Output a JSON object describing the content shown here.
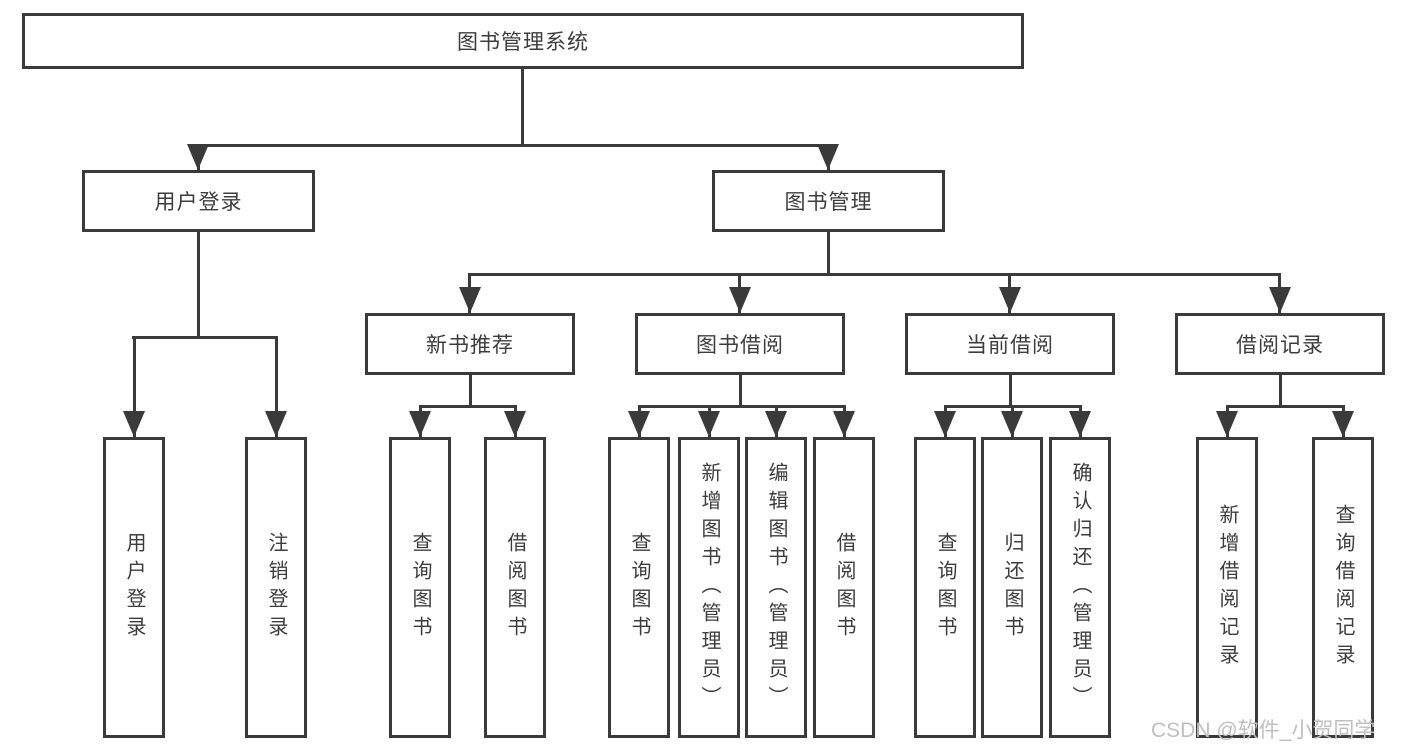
{
  "colors": {
    "line": "#3a3a3a",
    "text": "#3d3d3d",
    "background": "#ffffff",
    "watermark": "#bfbfbf"
  },
  "watermark": "CSDN @软件_小贺同学",
  "nodes": {
    "root": "图书管理系统",
    "user_login": "用户登录",
    "book_mgmt": "图书管理",
    "new_book_rec": "新书推荐",
    "book_borrow": "图书借阅",
    "current_borrow": "当前借阅",
    "borrow_records": "借阅记录",
    "leaf_user_login": "用户登录",
    "leaf_logout": "注销登录",
    "leaf_query_books_1": "查询图书",
    "leaf_borrow_books_1": "借阅图书",
    "leaf_query_books_2": "查询图书",
    "leaf_add_book": "新增图书（管理员）",
    "leaf_edit_book": "编辑图书（管理员）",
    "leaf_borrow_books_2": "借阅图书",
    "leaf_query_books_3": "查询图书",
    "leaf_return_book": "归还图书",
    "leaf_confirm_return": "确认归还（管理员）",
    "leaf_add_borrow_record": "新增借阅记录",
    "leaf_query_borrow_record": "查询借阅记录"
  },
  "hierarchy": {
    "图书管理系统": {
      "用户登录": [
        "用户登录",
        "注销登录"
      ],
      "图书管理": {
        "新书推荐": [
          "查询图书",
          "借阅图书"
        ],
        "图书借阅": [
          "查询图书",
          "新增图书（管理员）",
          "编辑图书（管理员）",
          "借阅图书"
        ],
        "当前借阅": [
          "查询图书",
          "归还图书",
          "确认归还（管理员）"
        ],
        "借阅记录": [
          "新增借阅记录",
          "查询借阅记录"
        ]
      }
    }
  }
}
